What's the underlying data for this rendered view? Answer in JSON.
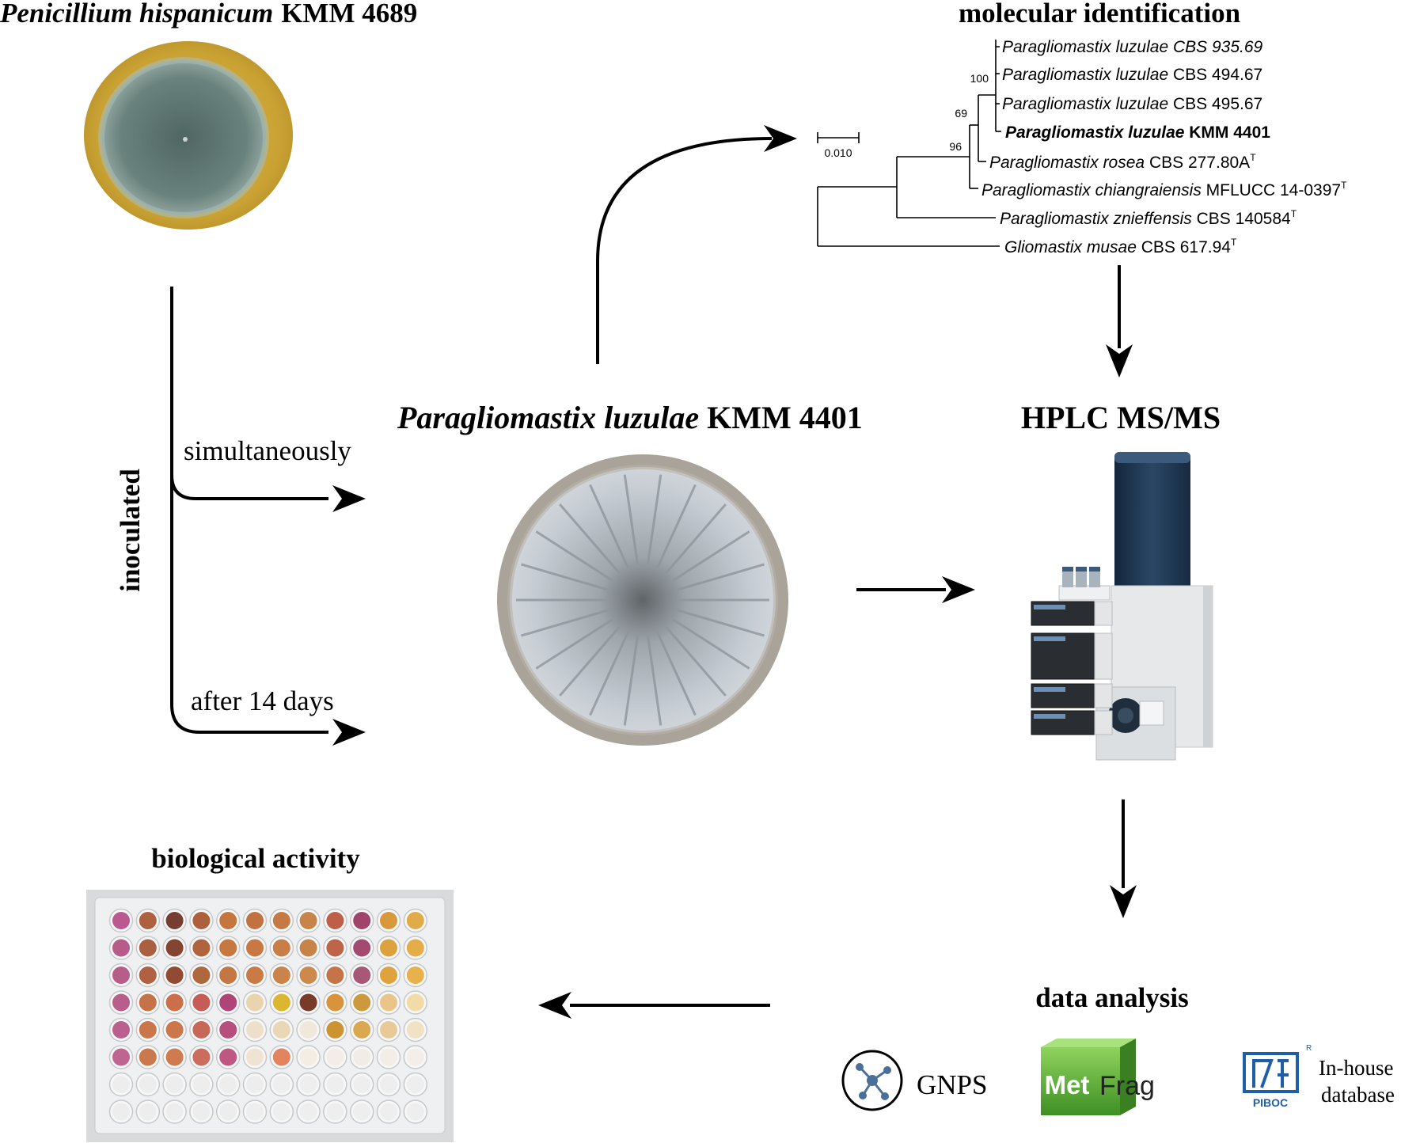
{
  "source": {
    "species": "Penicillium hispanicum",
    "strain": "KMM 4689"
  },
  "target": {
    "species": "Paragliomastix luzulae",
    "strain": "KMM 4401"
  },
  "inoculation": {
    "axis_label": "inoculated",
    "branch_1": "simultaneously",
    "branch_2": "after 14 days"
  },
  "molecular_identification": {
    "title": "molecular identification",
    "scale_bar": "0.010",
    "bootstrap": [
      "100",
      "69",
      "96"
    ],
    "taxa": [
      {
        "genus": "Paragliomastix",
        "epithet": "luzulae",
        "rest": "CBS 935.69",
        "sup": "",
        "rest_italic": true,
        "bold": false
      },
      {
        "genus": "Paragliomastix",
        "epithet": "luzulae",
        "rest": "CBS 494.67",
        "sup": "",
        "rest_italic": false,
        "bold": false
      },
      {
        "genus": "Paragliomastix",
        "epithet": "luzulae",
        "rest": "CBS 495.67",
        "sup": "",
        "rest_italic": false,
        "bold": false
      },
      {
        "genus": "Paragliomastix",
        "epithet": "luzulae",
        "rest": "KMM 4401",
        "sup": "",
        "rest_italic": false,
        "bold": true
      },
      {
        "genus": "Paragliomastix",
        "epithet": "rosea",
        "rest": "CBS 277.80A",
        "sup": "T",
        "rest_italic": false,
        "bold": false
      },
      {
        "genus": "Paragliomastix",
        "epithet": "chiangraiensis",
        "rest": "MFLUCC 14-0397",
        "sup": "T",
        "rest_italic": false,
        "bold": false
      },
      {
        "genus": "Paragliomastix",
        "epithet": "znieffensis",
        "rest": "CBS 140584",
        "sup": "T",
        "rest_italic": false,
        "bold": false
      },
      {
        "genus": "Gliomastix",
        "epithet": "musae",
        "rest": "CBS 617.94",
        "sup": "T",
        "rest_italic": false,
        "bold": false
      }
    ]
  },
  "hplc": {
    "title": "HPLC MS/MS"
  },
  "data_analysis": {
    "title": "data analysis",
    "tools": {
      "gnps": "GNPS",
      "metfrag_a": "Met",
      "metfrag_b": "Frag",
      "piboc_logo": "PIBOC",
      "piboc_reg": "R",
      "inhouse_1": "In-house",
      "inhouse_2": "database"
    }
  },
  "biological_activity": {
    "title": "biological activity"
  },
  "colors": {
    "arrow": "#000000",
    "source_agar": "#c9a233",
    "source_colony": "#6f8680",
    "target_agar": "#a9a39a",
    "target_colony": "#c6ccd3",
    "instrument_tower": "#1f3550",
    "metfrag_green": "#5fb13b",
    "piboc_blue": "#1f5fa8",
    "plate_wells": [
      [
        "#b54a85",
        "#a8532f",
        "#6a2d1f",
        "#a5542a",
        "#c06a2e",
        "#bd6530",
        "#c06f36",
        "#c27a3a",
        "#b8513a",
        "#98345f",
        "#d4902a",
        "#e0a43a"
      ],
      [
        "#b04d80",
        "#a45131",
        "#7b341f",
        "#a9572c",
        "#c26b30",
        "#c46d33",
        "#c47338",
        "#c27a3a",
        "#b8573a",
        "#9c3a64",
        "#d99a2c",
        "#e2a63a"
      ],
      [
        "#b14f7f",
        "#a85431",
        "#8a3b21",
        "#a85a2d",
        "#c06b33",
        "#c57035",
        "#c67839",
        "#c97e3c",
        "#c0683a",
        "#a04a6a",
        "#dc9b2d",
        "#e5ab3c"
      ],
      [
        "#b25080",
        "#c0663a",
        "#c4633a",
        "#c04e48",
        "#a8346a",
        "#e8d0a8",
        "#d8b020",
        "#6c2a18",
        "#d58a2a",
        "#c8902c",
        "#e8c080",
        "#f0d8a0"
      ],
      [
        "#b55384",
        "#c46a3c",
        "#c86a3c",
        "#c25a4a",
        "#b04070",
        "#ecdcc4",
        "#e8d4b0",
        "#efe6d8",
        "#c98a20",
        "#d8a040",
        "#e6c690",
        "#f0e0c0"
      ],
      [
        "#b85888",
        "#c66e3e",
        "#cc7040",
        "#c86050",
        "#b84a78",
        "#eee2cf",
        "#e07a50",
        "#f2ece2",
        "#f2ece4",
        "#f0eae2",
        "#f2ece6",
        "#f2ede8"
      ],
      [
        "#ecebeb",
        "#ebebeb",
        "#ebebeb",
        "#ececec",
        "#ececec",
        "#ececec",
        "#ededed",
        "#ededed",
        "#ededed",
        "#ededed",
        "#ededed",
        "#ededed"
      ],
      [
        "#ececec",
        "#ececec",
        "#ececec",
        "#ececec",
        "#ececec",
        "#ededed",
        "#ededed",
        "#ededed",
        "#ededed",
        "#ededed",
        "#ededed",
        "#ededed"
      ]
    ]
  }
}
